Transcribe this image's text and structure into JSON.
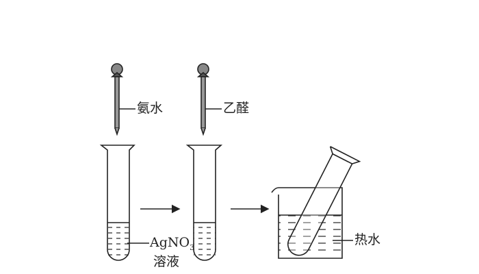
{
  "labels": {
    "ammonia": "氨水",
    "acetaldehyde": "乙醛",
    "silver_nitrate_formula": "AgNO",
    "silver_nitrate_subscript": "3",
    "solution": "溶液",
    "hot_water": "热水"
  },
  "colors": {
    "stroke": "#222222",
    "background": "#ffffff"
  }
}
